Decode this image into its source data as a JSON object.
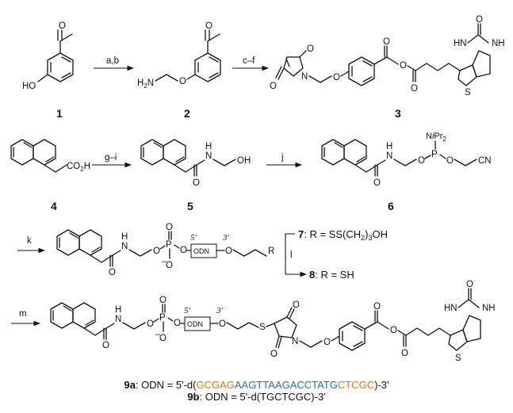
{
  "compounds": {
    "c1": "1",
    "c2": "2",
    "c3": "3",
    "c4": "4",
    "c5": "5",
    "c6": "6",
    "c7": "7",
    "c8": "8"
  },
  "reagents": {
    "ab": "a,b",
    "cf": "c–f",
    "gi": "g–i",
    "j": "j",
    "k": "k",
    "l": "l",
    "m": "m"
  },
  "atoms": {
    "HO": "HO",
    "H2N": "H",
    "H2N_sub": "2",
    "H2N_N": "N",
    "O": "O",
    "N": "N",
    "H": "H",
    "HN": "HN",
    "NH": "NH",
    "S": "S",
    "CO2H": "CO",
    "CO2H_sub": "2",
    "CO2H_H": "H",
    "OH": "OH",
    "P": "P",
    "NiPr2": "N",
    "NiPr2_i": "i",
    "NiPr2_Pr": "Pr",
    "NiPr2_sub": "2",
    "CN": "CN",
    "R": "R",
    "Ominus": "O",
    "minus": "–",
    "ODN": "ODN",
    "p5": "5'",
    "p3": "3'"
  },
  "r_groups": {
    "r7_cmpd": "7",
    "r7_text": ": R = SS(CH",
    "r7_sub": "2",
    "r7_tail": ")",
    "r7_sub2": "3",
    "r7_end": "OH",
    "r8_cmpd": "8",
    "r8_text": ": R = SH"
  },
  "sequences": {
    "s9a_label": "9a",
    "s9a_prefix": ": ODN = 5'-d(",
    "s9a_part1": "GCGAG",
    "s9a_part2": "AAGTTAAGACCTATG",
    "s9a_part3": "CTCGC",
    "s9a_suffix": ")-3'",
    "s9b_label": "9b",
    "s9b_text": ": ODN = 5'-d(TGCTCGC)-3'"
  },
  "colors": {
    "ink": "#111111",
    "orange": "#d97a1e",
    "blue": "#2a6fb3"
  }
}
